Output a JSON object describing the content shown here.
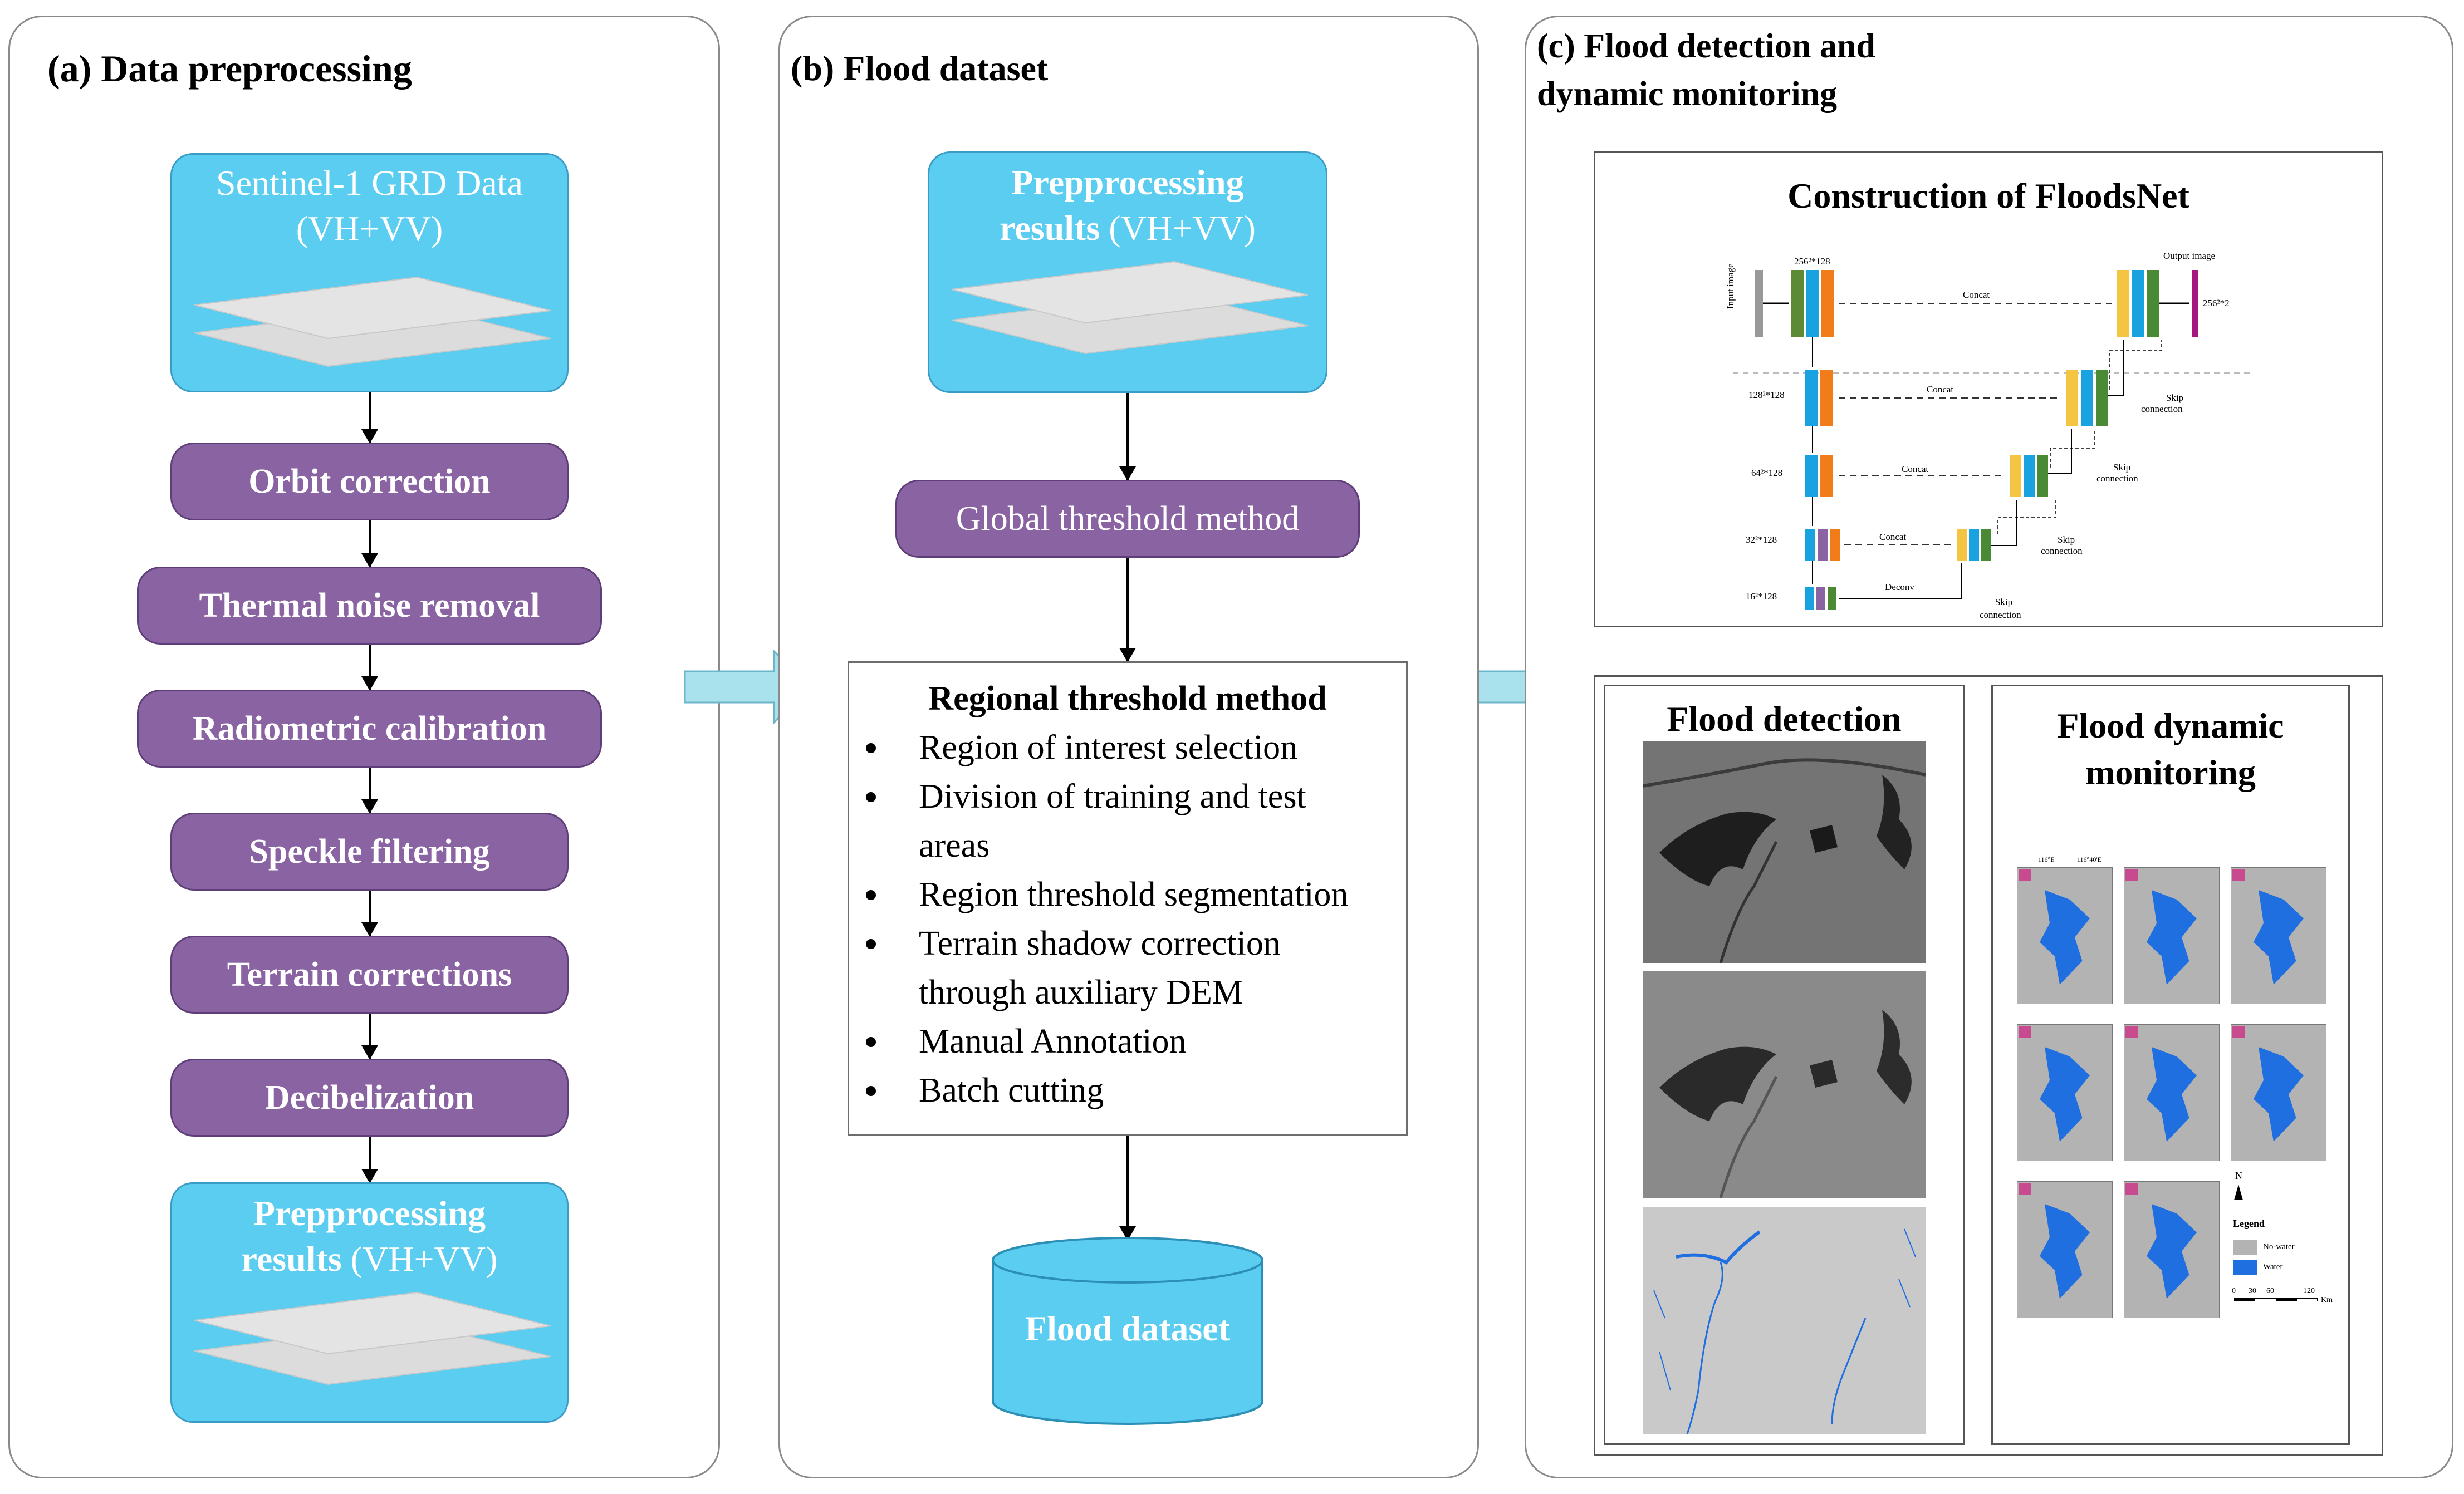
{
  "panel_a": {
    "title": "(a) Data  preprocessing",
    "input": {
      "line1": "Sentinel-1 GRD Data",
      "line2": "(VH+VV)"
    },
    "steps": [
      "Orbit correction",
      "Thermal noise removal",
      "Radiometric calibration",
      "Speckle filtering",
      "Terrain corrections",
      "Decibelization"
    ],
    "output": {
      "bold1": "Prepprocessing",
      "bold2": "results",
      "suffix": " (VH+VV)"
    }
  },
  "panel_b": {
    "title": "(b)  Flood dataset",
    "input": {
      "bold1": "Prepprocessing",
      "bold2": "results",
      "suffix": " (VH+VV)"
    },
    "global_method": "Global threshold method",
    "regional": {
      "title": "Regional threshold method",
      "items": [
        "Region of interest selection",
        "Division of training and test",
        "areas",
        "Region threshold segmentation",
        "Terrain shadow correction",
        "through auxiliary DEM",
        "Manual Annotation",
        "Batch cutting"
      ]
    },
    "dataset_label": "Flood dataset"
  },
  "panel_c": {
    "title_line1": "(c)  Flood detection and",
    "title_line2": "dynamic monitoring",
    "net": {
      "title": "Construction of FloodsNet",
      "input_label": "Input image",
      "output_label": "Output image",
      "level_labels": [
        "256²*128",
        "128²*128",
        "64²*128",
        "32²*128",
        "16²*128"
      ],
      "output_size": "256²*2",
      "concat": "Concat",
      "deconv": "Deconv",
      "skip1": "Skip",
      "skip2": "connection"
    },
    "detection_title": "Flood detection",
    "monitoring_title": {
      "line1": "Flood dynamic",
      "line2": "monitoring"
    },
    "map_coords": {
      "lon1": "116°E",
      "lon2": "116°40'E"
    },
    "legend": {
      "north": "N",
      "title": "Legend",
      "items": [
        {
          "label": "No-water",
          "color": "#b3b3b3"
        },
        {
          "label": "Water",
          "color": "#1f6fe0"
        }
      ],
      "scale_ticks": [
        "0",
        "30",
        "60",
        "120"
      ],
      "scale_unit": "Km"
    }
  },
  "colors": {
    "data_blue": "#5bcdf0",
    "process_purple": "#8a63a3",
    "arrow_fill": "#a9e2ec",
    "water_blue": "#1f6fe0"
  }
}
